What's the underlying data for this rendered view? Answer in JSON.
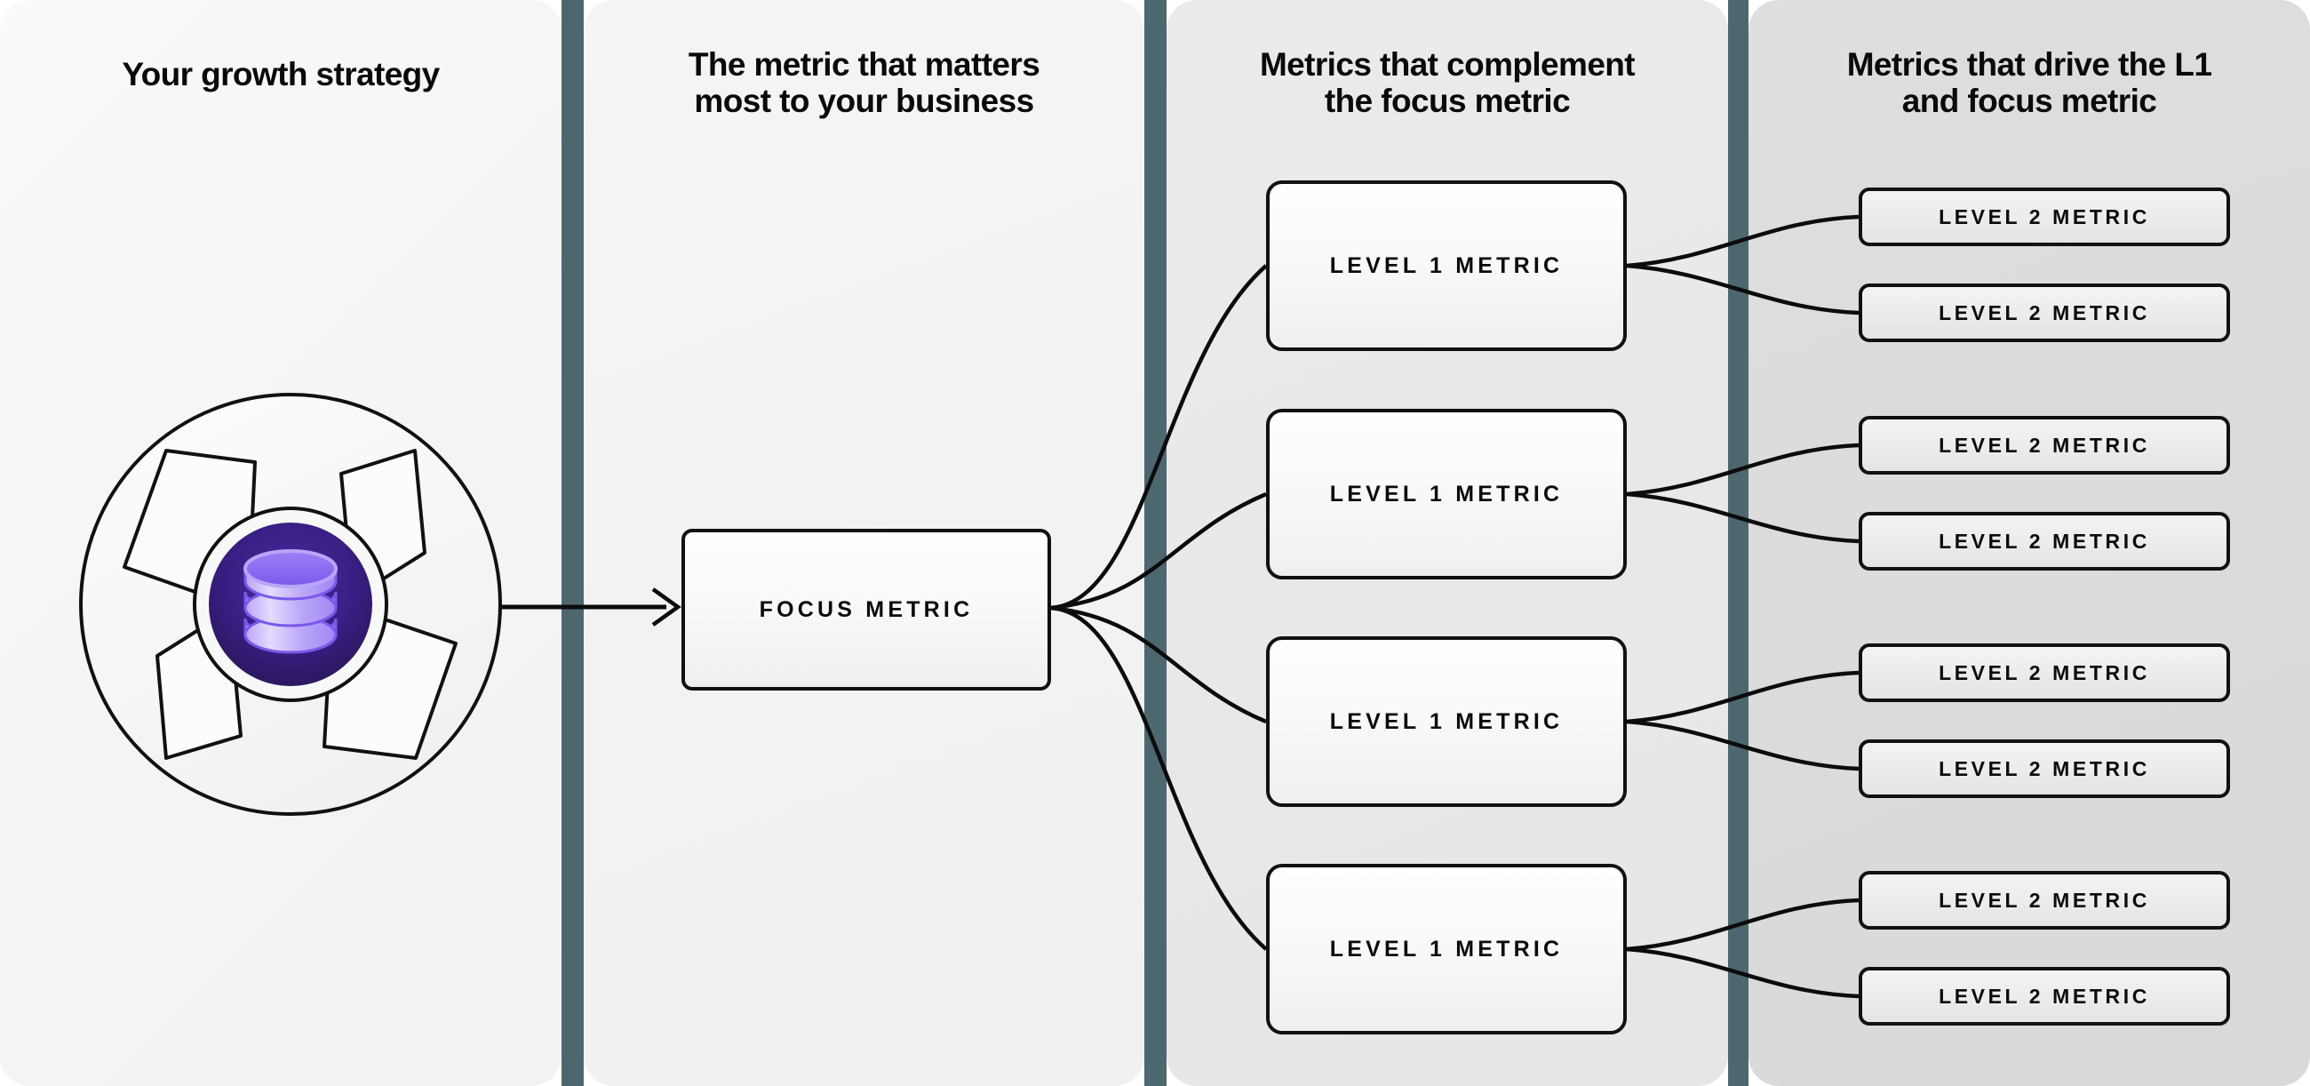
{
  "diagram": {
    "title": "Growth strategy metric tree",
    "columns": [
      {
        "id": "col-strategy",
        "heading": "Your growth strategy"
      },
      {
        "id": "col-focus",
        "heading": "The metric that matters\nmost to your business"
      },
      {
        "id": "col-level1",
        "heading": "Metrics that complement\nthe focus metric"
      },
      {
        "id": "col-level2",
        "heading": "Metrics that drive the L1\nand focus metric"
      }
    ],
    "emblem": {
      "icon_name": "database-icon",
      "outer_shape": "pinwheel-circle",
      "ring_color": "#F7F8F8",
      "core_color_outer": "#2D1A63",
      "core_color_inner": "#3B1F86",
      "stroke_color": "#111111",
      "db_light": "#CDBDF7",
      "db_mid": "#8B6CF0",
      "db_dark": "#6A45E0"
    },
    "focus_node": {
      "label": "FOCUS METRIC"
    },
    "level1_nodes": [
      {
        "label": "LEVEL 1 METRIC"
      },
      {
        "label": "LEVEL 1 METRIC"
      },
      {
        "label": "LEVEL 1 METRIC"
      },
      {
        "label": "LEVEL 1 METRIC"
      }
    ],
    "level2_nodes": [
      {
        "label": "LEVEL 2 METRIC"
      },
      {
        "label": "LEVEL 2 METRIC"
      },
      {
        "label": "LEVEL 2 METRIC"
      },
      {
        "label": "LEVEL 2 METRIC"
      },
      {
        "label": "LEVEL 2 METRIC"
      },
      {
        "label": "LEVEL 2 METRIC"
      },
      {
        "label": "LEVEL 2 METRIC"
      },
      {
        "label": "LEVEL 2 METRIC"
      }
    ],
    "colors": {
      "divider": "#4D676F",
      "panel_1": "#F4F5F5",
      "panel_2": "#F1F2F2",
      "panel_3": "#E8E8E8",
      "panel_4": "#DBDBDB",
      "node_border": "#111111",
      "connector": "#0C0C0C",
      "text": "#0A0A0A"
    }
  }
}
